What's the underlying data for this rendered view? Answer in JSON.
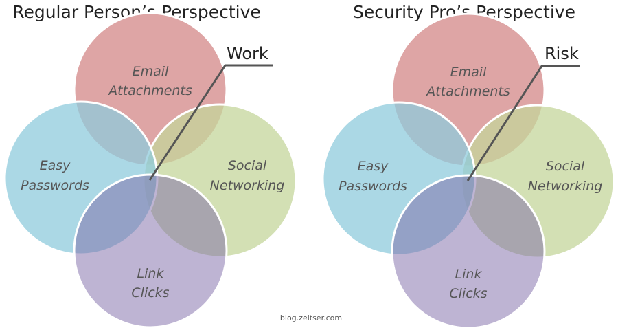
{
  "diagrams": [
    {
      "title": "Regular Person’s Perspective",
      "callout": "Work",
      "sets": {
        "top": [
          "Email",
          "Attachments"
        ],
        "left": [
          "Easy",
          "Passwords"
        ],
        "right": [
          "Social",
          "Networking"
        ],
        "bottom": [
          "Link",
          "Clicks"
        ]
      }
    },
    {
      "title": "Security Pro’s Perspective",
      "callout": "Risk",
      "sets": {
        "top": [
          "Email",
          "Attachments"
        ],
        "left": [
          "Easy",
          "Passwords"
        ],
        "right": [
          "Social",
          "Networking"
        ],
        "bottom": [
          "Link",
          "Clicks"
        ]
      }
    }
  ],
  "credit": "blog.zeltser.com",
  "colors": {
    "top": "#dea5a5",
    "left": "#a6d5e2",
    "right": "#cfdeab",
    "bottom": "#bcaed3"
  }
}
